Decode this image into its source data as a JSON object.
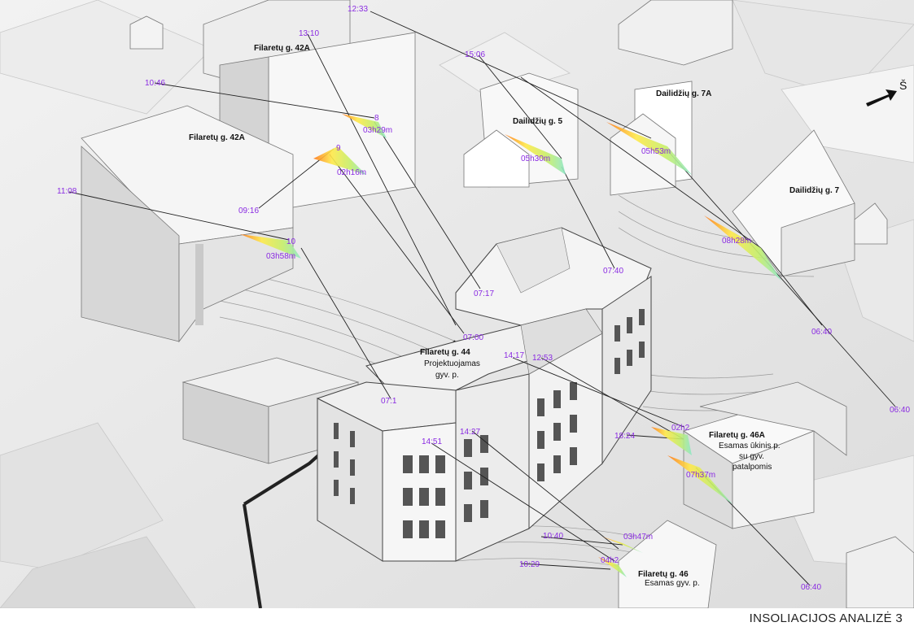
{
  "page": {
    "title": "INSOLIACIJOS ANALIZĖ 3"
  },
  "compass": {
    "label": "Š",
    "icon": "north-arrow-icon"
  },
  "buildings": {
    "filaretu_42a_top": {
      "name": "Filaretų g. 42A"
    },
    "filaretu_42a_left": {
      "name": "Filaretų g. 42A"
    },
    "dailidziu_5": {
      "name": "Dailidžių g. 5"
    },
    "dailidziu_7a": {
      "name": "Dailidžių g. 7A"
    },
    "dailidziu_7": {
      "name": "Dailidžių g. 7"
    },
    "filaretu_44": {
      "name": "Filaretų g. 44",
      "line1": "Projektuojamas",
      "line2": "gyv. p."
    },
    "filaretu_46a": {
      "name": "Filaretų g. 46A",
      "line1": "Esamas ūkinis p.",
      "line2": "su gyv.",
      "line3": "patalpomis"
    },
    "filaretu_46": {
      "name": "Filaretų g. 46",
      "line1": "Esamas gyv. p."
    }
  },
  "times": {
    "t1233": "12:33",
    "t1310": "13:10",
    "t1506": "15:06",
    "t1046": "10:46",
    "t1108": "11:08",
    "t0916": "09:16",
    "t0740": "07:40",
    "t0717": "07:17",
    "t0700": "07:00",
    "t1417": "14:17",
    "t1253": "12:53",
    "t071x": "07:1",
    "t0640a": "06:40",
    "t0640b": "06:40",
    "t1824": "18:24",
    "t1427": "14:27",
    "t1451": "14:51",
    "t1040": "10:40",
    "t1029": "10:29",
    "t0640c": "06:40"
  },
  "points": {
    "p8": "8",
    "p9": "9",
    "p10": "10"
  },
  "durations": {
    "d0329": "03h29m",
    "d0216": "02h16m",
    "d0358": "03h58m",
    "d0530": "05h30m",
    "d0553": "05h53m",
    "d0828": "08h28m",
    "d022x": "02h2",
    "d0737": "07h37m",
    "d0347": "03h47m",
    "d042x": "04h2"
  }
}
